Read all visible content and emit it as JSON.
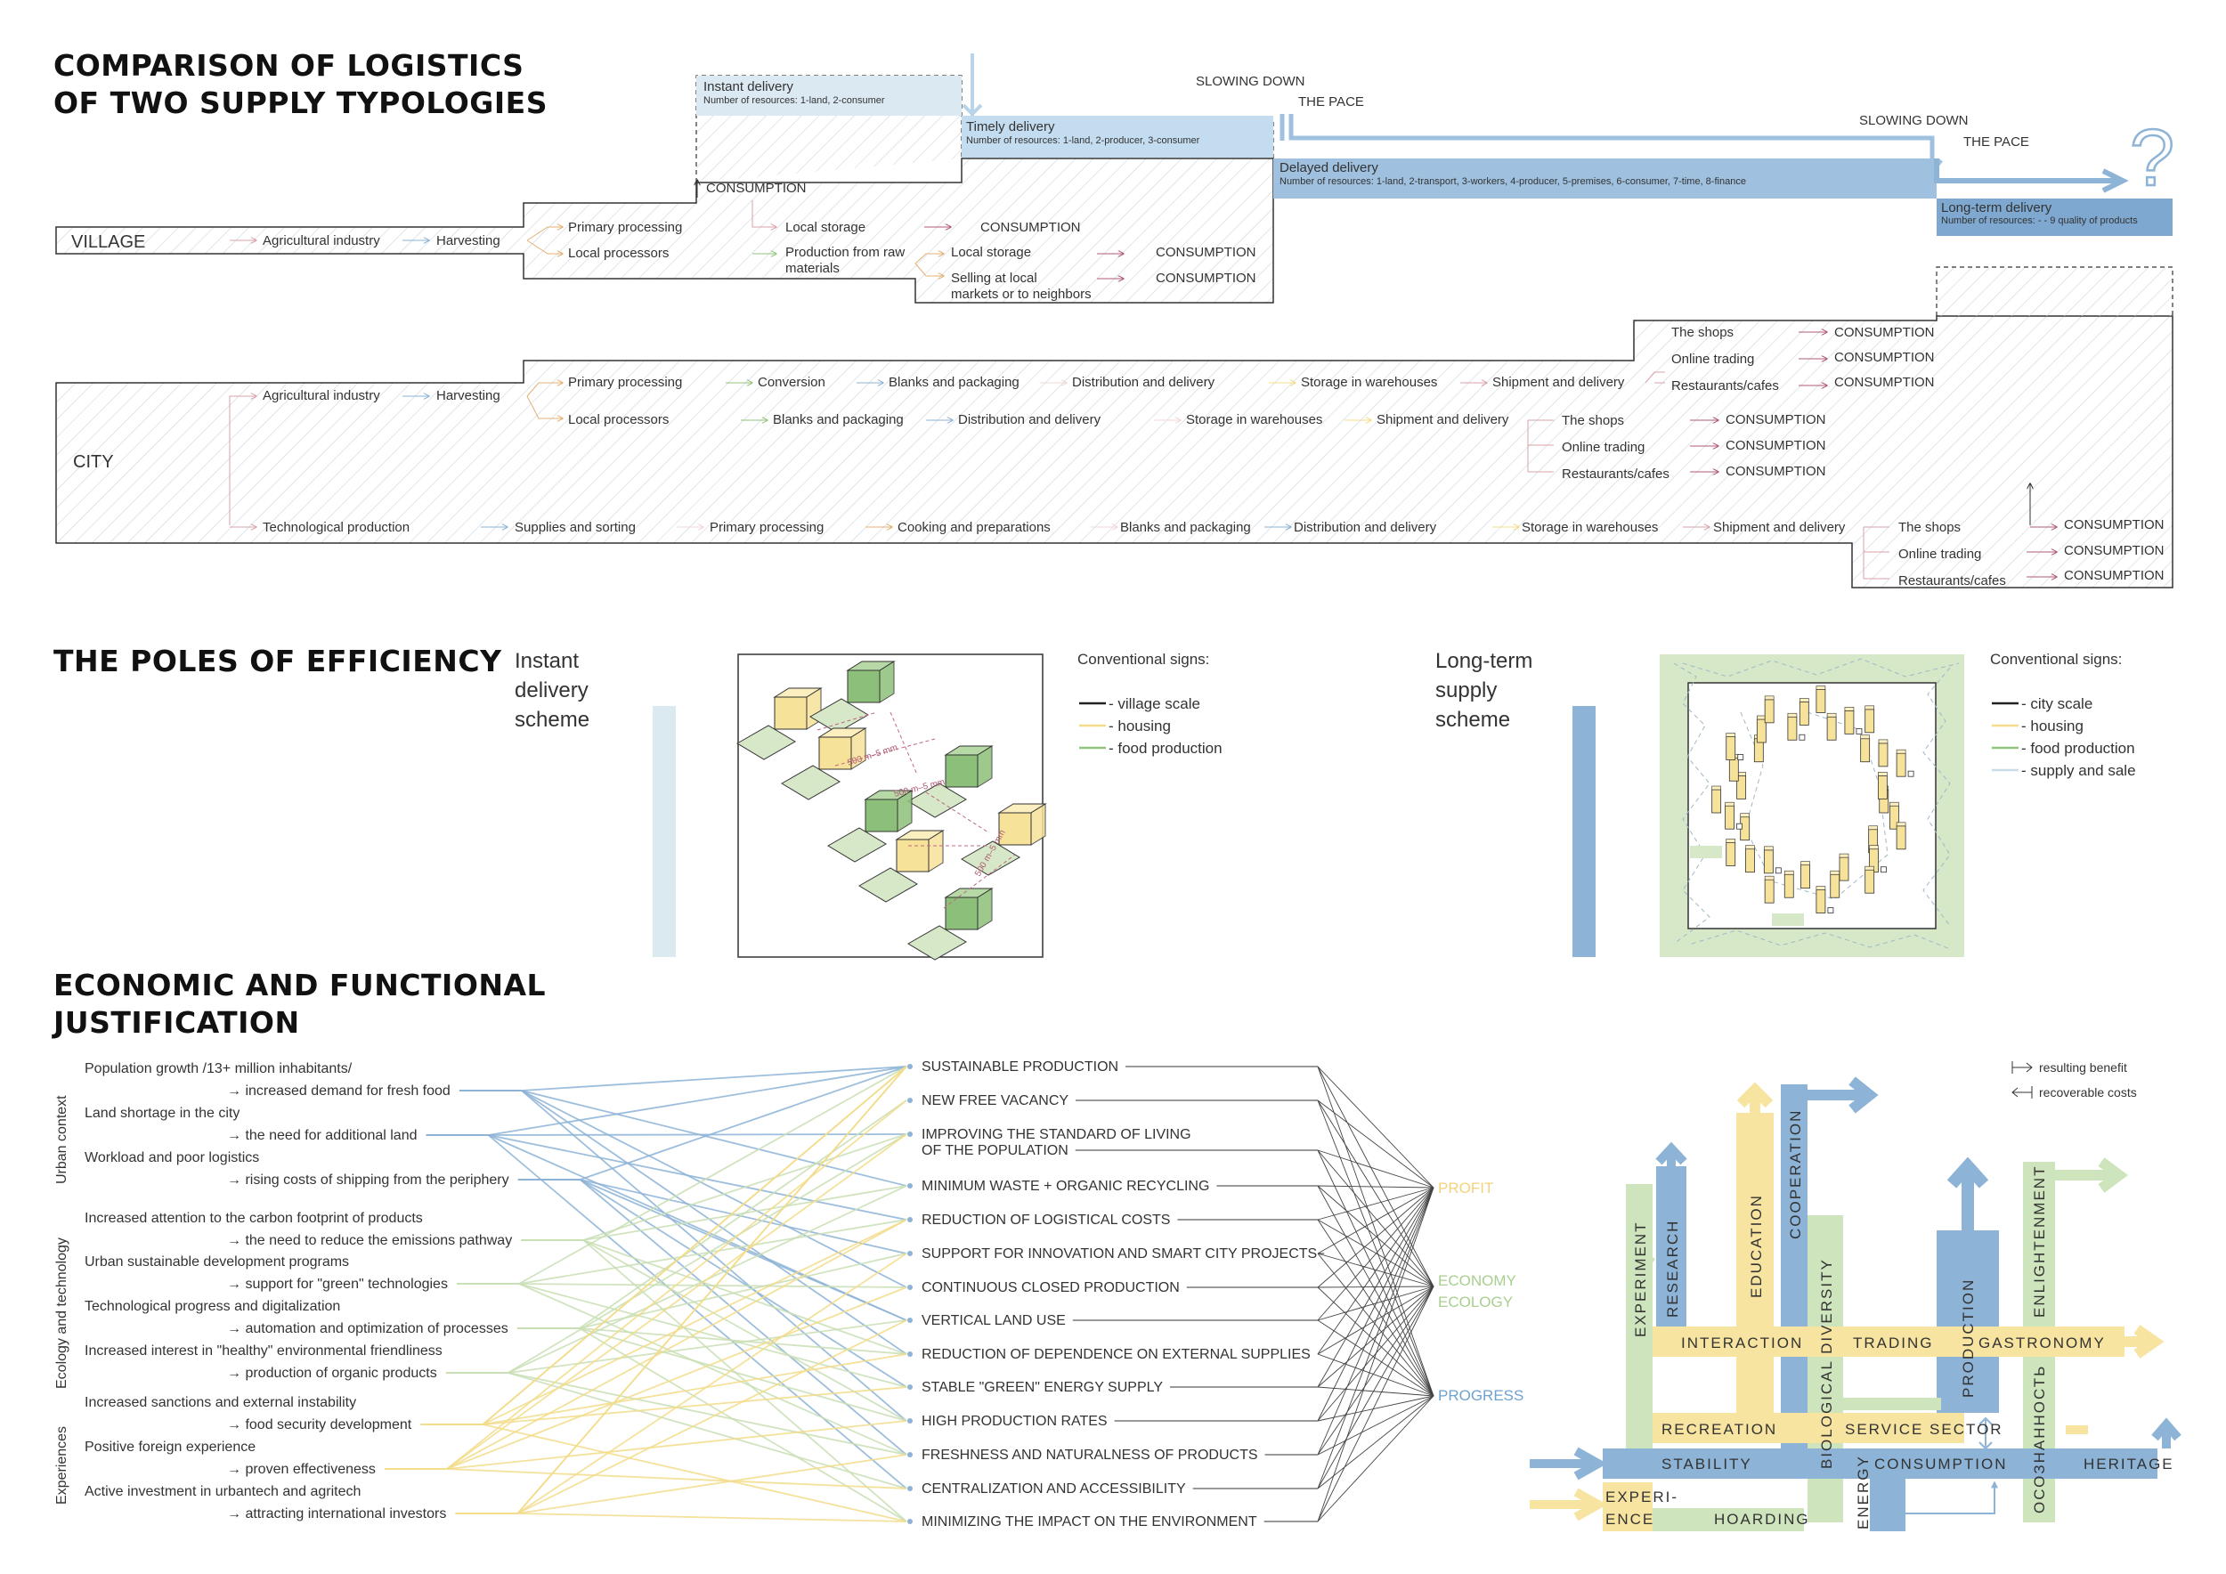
{
  "logistics": {
    "title_line1": "COMPARISON OF LOGISTICS",
    "title_line2": "OF TWO SUPPLY TYPOLOGIES",
    "village_label": "VILLAGE",
    "city_label": "CITY",
    "slowing1": "SLOWING DOWN",
    "pace1": "THE PACE",
    "slowing2": "SLOWING DOWN",
    "pace2": "THE PACE",
    "question": "?",
    "instant_title": "Instant delivery",
    "instant_sub": "Number of resources: 1-land, 2-consumer",
    "timely_title": "Timely delivery",
    "timely_sub": "Number of resources: 1-land, 2-producer, 3-consumer",
    "delayed_title": "Delayed delivery",
    "delayed_sub": "Number of resources: 1-land, 2-transport, 3-workers, 4-producer, 5-premises, 6-consumer, 7-time, 8-finance",
    "longterm_title": "Long-term delivery",
    "longterm_sub": "Number of resources: - - 9 quality of products",
    "v_consumption_up": "CONSUMPTION",
    "v_agri": "Agricultural industry",
    "v_harv": "Harvesting",
    "v_primary": "Primary processing",
    "v_local_proc": "Local processors",
    "v_local_storage1": "Local storage",
    "v_consumption1": "CONSUMPTION",
    "v_prod_raw1": "Production from raw",
    "v_prod_raw2": "materials",
    "v_local_storage2": "Local storage",
    "v_consumption2": "CONSUMPTION",
    "v_selling1": "Selling at local",
    "v_selling2": "markets or to neighbors",
    "v_consumption3": "CONSUMPTION",
    "c_agri": "Agricultural industry",
    "c_harv": "Harvesting",
    "c_primary": "Primary processing",
    "c_conversion": "Conversion",
    "c_blanks1": "Blanks and packaging",
    "c_dist1": "Distribution and delivery",
    "c_storage1": "Storage in warehouses",
    "c_ship1": "Shipment and delivery",
    "c_shops1": "The shops",
    "c_online1": "Online trading",
    "c_rest1": "Restaurants/cafes",
    "c_cons_a1": "CONSUMPTION",
    "c_cons_a2": "CONSUMPTION",
    "c_cons_a3": "CONSUMPTION",
    "c_local_proc": "Local processors",
    "c_blanks2": "Blanks and packaging",
    "c_dist2": "Distribution and delivery",
    "c_storage2": "Storage in warehouses",
    "c_ship2": "Shipment and delivery",
    "c_shops2": "The shops",
    "c_online2": "Online trading",
    "c_rest2": "Restaurants/cafes",
    "c_cons_b1": "CONSUMPTION",
    "c_cons_b2": "CONSUMPTION",
    "c_cons_b3": "CONSUMPTION",
    "c_tech": "Technological production",
    "c_supplies": "Supplies and sorting",
    "c_primary3": "Primary processing",
    "c_cooking": "Cooking and preparations",
    "c_blanks3": "Blanks and packaging",
    "c_dist3": "Distribution and delivery",
    "c_storage3": "Storage in warehouses",
    "c_ship3": "Shipment and delivery",
    "c_shops3": "The shops",
    "c_online3": "Online trading",
    "c_rest3": "Restaurants/cafes",
    "c_cons_c1": "CONSUMPTION",
    "c_cons_c2": "CONSUMPTION",
    "c_cons_c3": "CONSUMPTION"
  },
  "poles": {
    "title": "THE POLES OF EFFICIENCY",
    "instant_l1": "Instant",
    "instant_l2": "delivery",
    "instant_l3": "scheme",
    "long_l1": "Long-term",
    "long_l2": "supply",
    "long_l3": "scheme",
    "dist1": "500 m–5 mm",
    "dist2": "500 m–5 mm",
    "dist3": "500 m–5 mm",
    "legend1_title": "Conventional signs:",
    "legend1": [
      "- village scale",
      "- housing",
      "- food production"
    ],
    "legend2_title": "Conventional signs:",
    "legend2": [
      "- city scale",
      "- housing",
      "- food production",
      "- supply and sale"
    ],
    "colors": {
      "dark": "#222222",
      "housing": "#f3dc8a",
      "food": "#93c47d",
      "supply": "#c9dde8",
      "blue": "#8db3d6",
      "lightblue": "#dbe9f0"
    }
  },
  "justification": {
    "title_line1": "ECONOMIC AND FUNCTIONAL",
    "title_line2": "JUSTIFICATION",
    "sections": [
      "Urban context",
      "Ecology and technology",
      "Experiences"
    ],
    "causes": [
      {
        "line1": "Population growth /13+ million inhabitants/",
        "line2": "→ increased demand for fresh food"
      },
      {
        "line1": "Land shortage in the city",
        "line2": "→ the need for additional land"
      },
      {
        "line1": "Workload and poor logistics",
        "line2": "→ rising costs of shipping from the periphery"
      },
      {
        "line1": "Increased attention to the carbon footprint of products",
        "line2": "→ the need to reduce the emissions pathway"
      },
      {
        "line1": "Urban sustainable development programs",
        "line2": "→ support for \"green\" technologies"
      },
      {
        "line1": "Technological progress and digitalization",
        "line2": "→ automation and optimization of processes"
      },
      {
        "line1": "Increased interest in \"healthy\" environmental friendliness",
        "line2": "→ production of organic products"
      },
      {
        "line1": "Increased sanctions and external instability",
        "line2": "→ food security development"
      },
      {
        "line1": "Positive foreign experience",
        "line2": "→ proven effectiveness"
      },
      {
        "line1": "Active investment in urbantech and agritech",
        "line2": "→ attracting international investors"
      }
    ],
    "results": [
      "SUSTAINABLE PRODUCTION",
      "NEW FREE VACANCY",
      "IMPROVING THE STANDARD OF LIVING",
      "OF THE POPULATION",
      "MINIMUM WASTE + ORGANIC RECYCLING",
      "REDUCTION OF LOGISTICAL COSTS",
      "SUPPORT FOR INNOVATION AND SMART CITY PROJECTS",
      "CONTINUOUS CLOSED PRODUCTION",
      "VERTICAL LAND USE",
      "REDUCTION OF DEPENDENCE ON EXTERNAL SUPPLIES",
      "STABLE \"GREEN\" ENERGY SUPPLY",
      "HIGH PRODUCTION RATES",
      "FRESHNESS AND NATURALNESS OF PRODUCTS",
      "CENTRALIZATION AND ACCESSIBILITY",
      "MINIMIZING THE IMPACT ON THE ENVIRONMENT"
    ],
    "outcomes": {
      "profit": "PROFIT",
      "economy": "ECONOMY",
      "ecology": "ECOLOGY",
      "progress": "PROGRESS"
    },
    "legend_benefit": "resulting benefit",
    "legend_costs": "recoverable costs",
    "bars": {
      "research": "RESEARCH",
      "education": "EDUCATION",
      "cooperation": "COOPERATION",
      "biodiversity": "BIOLOGICAL DIVERSITY",
      "production": "PRODUCTION",
      "enlightenment": "ENLIGHTENMENT",
      "awareness": "ОСОЗНАННОСТЬ",
      "experiment": "EXPERIMENT",
      "interaction": "INTERACTION",
      "trading": "TRADING",
      "gastronomy": "GASTRONOMY",
      "recreation": "RECREATION",
      "service": "SERVICE SECTOR",
      "stability": "STABILITY",
      "consumption": "CONSUMPTION",
      "heritage": "HERITAGE",
      "energy": "ENERGY",
      "experience1": "EXPERI-",
      "experience2": "ENCE",
      "hoarding": "HOARDING"
    },
    "colors": {
      "blue": "#8db3d6",
      "yellow": "#f7e4a0",
      "green": "#cde4bd",
      "profit": "#f3d27a",
      "economy": "#a8cf8e",
      "progress": "#6fa2cf"
    }
  }
}
